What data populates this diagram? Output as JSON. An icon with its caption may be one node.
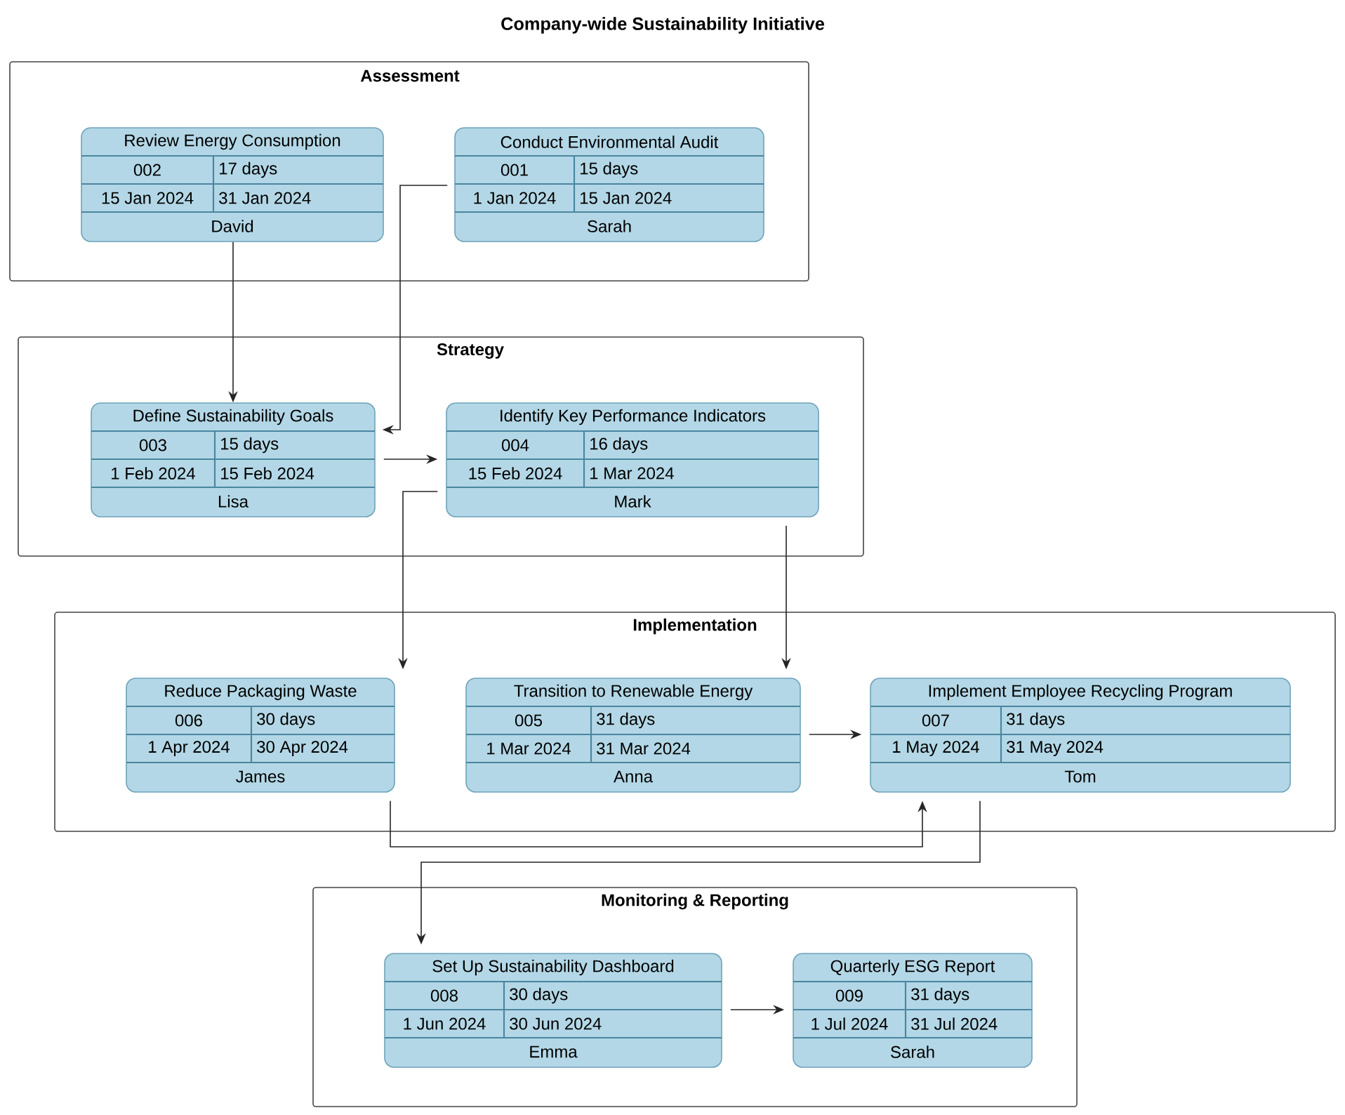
{
  "diagram": {
    "title": "Company-wide Sustainability Initiative",
    "nodes": [
      {
        "text": [
          "Assessment"
        ]
      },
      {
        "text": [
          "Review Energy Consumption",
          "002",
          "17 days",
          "15 Jan 2024",
          "31 Jan 2024",
          "David"
        ],
        "in": 0
      },
      {
        "text": [
          "Conduct Environmental Audit",
          "001",
          "15 days",
          "1 Jan 2024",
          "15 Jan 2024",
          "Sarah"
        ],
        "in": 0
      },
      {
        "text": [
          "Strategy"
        ]
      },
      {
        "text": [
          "Define Sustainability Goals",
          "003",
          "15 days",
          "1 Feb 2024",
          "15 Feb 2024",
          "Lisa"
        ],
        "in": 3
      },
      {
        "text": [
          "Identify Key Performance Indicators",
          "004",
          "16 days",
          "15 Feb 2024",
          "1 Mar 2024",
          "Mark"
        ],
        "in": 3
      },
      {
        "text": [
          "Implementation"
        ]
      },
      {
        "text": [
          "Reduce Packaging Waste",
          "006",
          "30 days",
          "1 Apr 2024",
          "30 Apr 2024",
          "James"
        ],
        "in": 6
      },
      {
        "text": [
          "Transition to Renewable Energy",
          "005",
          "31 days",
          "1 Mar 2024",
          "31 Mar 2024",
          "Anna"
        ],
        "in": 6
      },
      {
        "text": [
          "Implement Employee Recycling Program",
          "007",
          "31 days",
          "1 May 2024",
          "31 May 2024",
          "Tom"
        ],
        "in": 6
      },
      {
        "text": [
          "Monitoring & Reporting"
        ]
      },
      {
        "text": [
          "Set Up Sustainability Dashboard",
          "008",
          "30 days",
          "1 Jun 2024",
          "30 Jun 2024",
          "Emma"
        ],
        "in": 10
      },
      {
        "text": [
          "Quarterly ESG Report",
          "009",
          "31 days",
          "1 Jul 2024",
          "31 Jul 2024",
          "Sarah"
        ],
        "in": 10
      }
    ],
    "edges": [
      {
        "from": 1,
        "to": 4,
        "arrow": "to"
      },
      {
        "from": 2,
        "to": 4,
        "arrow": "to"
      },
      {
        "from": 4,
        "to": 5,
        "arrow": "to"
      },
      {
        "from": 5,
        "to": 7,
        "arrow": "to"
      },
      {
        "from": 5,
        "to": 8,
        "arrow": "to"
      },
      {
        "from": 8,
        "to": 9,
        "arrow": "to"
      },
      {
        "from": 7,
        "to": 9,
        "arrow": "to"
      },
      {
        "from": 9,
        "to": 11,
        "arrow": "to"
      },
      {
        "from": 11,
        "to": 12,
        "arrow": "to"
      }
    ]
  }
}
